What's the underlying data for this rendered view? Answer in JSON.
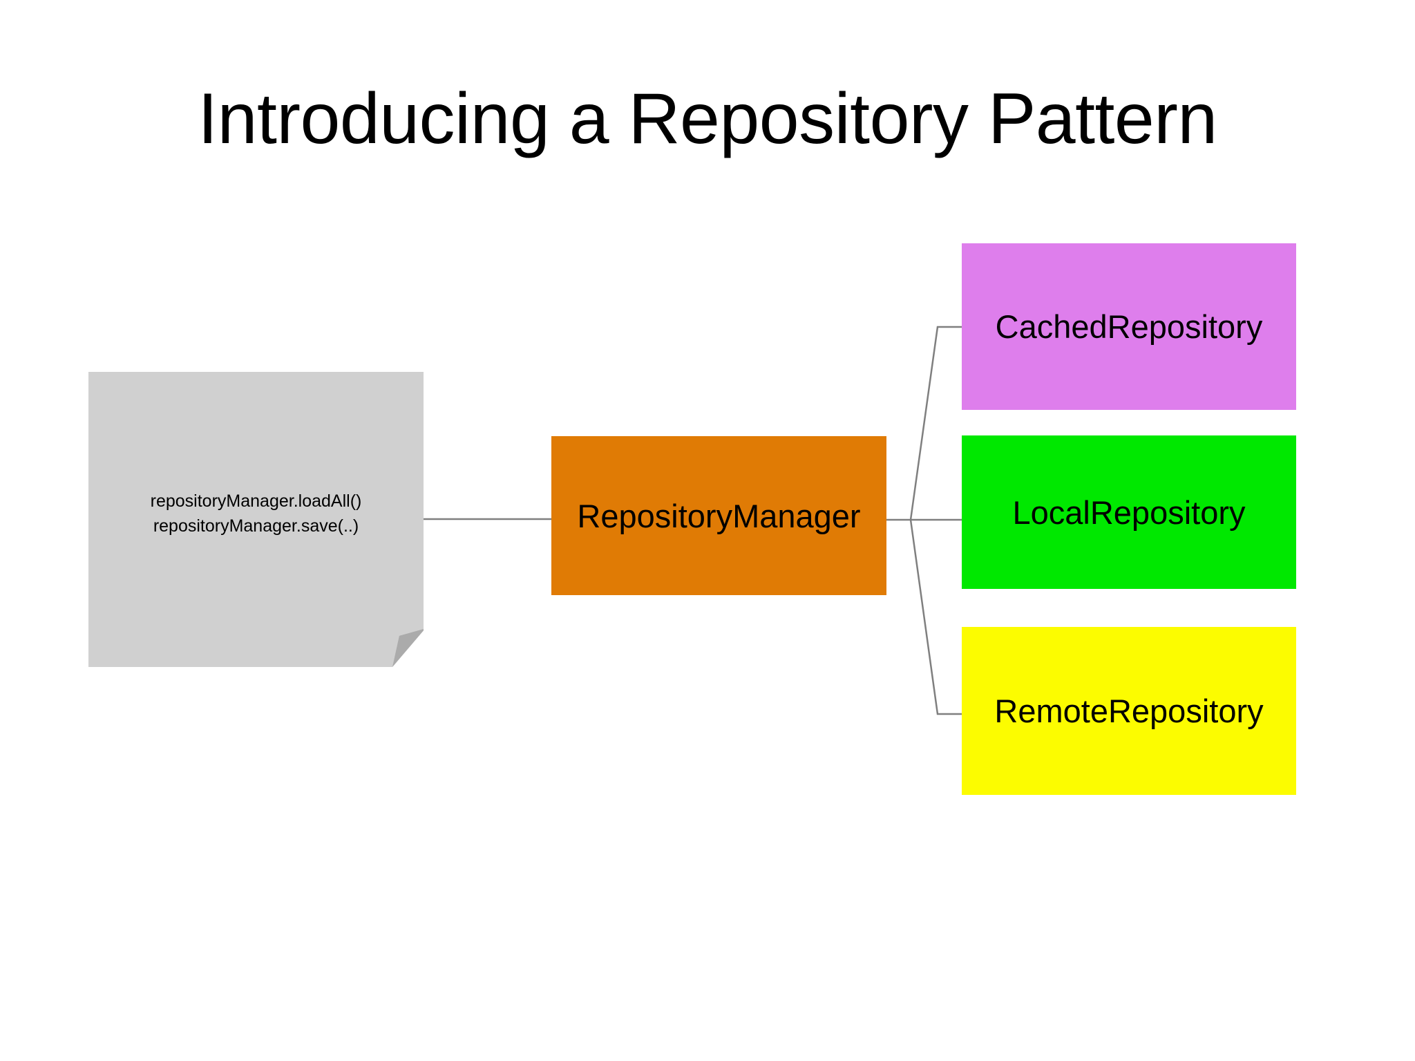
{
  "slide": {
    "title": "Introducing a Repository Pattern",
    "background_color": "#ffffff"
  },
  "note": {
    "shape": "folded-corner-note",
    "fill_color": "#d0d0d0",
    "fold_color": "#ababab",
    "lines": [
      "repositoryManager.loadAll()",
      "repositoryManager.save(..)"
    ]
  },
  "nodes": [
    {
      "id": "repository-manager",
      "label": "RepositoryManager",
      "color": "#e07b05"
    },
    {
      "id": "cached-repository",
      "label": "CachedRepository",
      "color": "#de7eec"
    },
    {
      "id": "local-repository",
      "label": "LocalRepository",
      "color": "#00e800"
    },
    {
      "id": "remote-repository",
      "label": "RemoteRepository",
      "color": "#fcfc00"
    }
  ],
  "connectors": {
    "line_color": "#7f7f7f",
    "edges": [
      {
        "from": "note",
        "to": "repository-manager"
      },
      {
        "from": "repository-manager",
        "to": "cached-repository"
      },
      {
        "from": "repository-manager",
        "to": "local-repository"
      },
      {
        "from": "repository-manager",
        "to": "remote-repository"
      }
    ]
  }
}
